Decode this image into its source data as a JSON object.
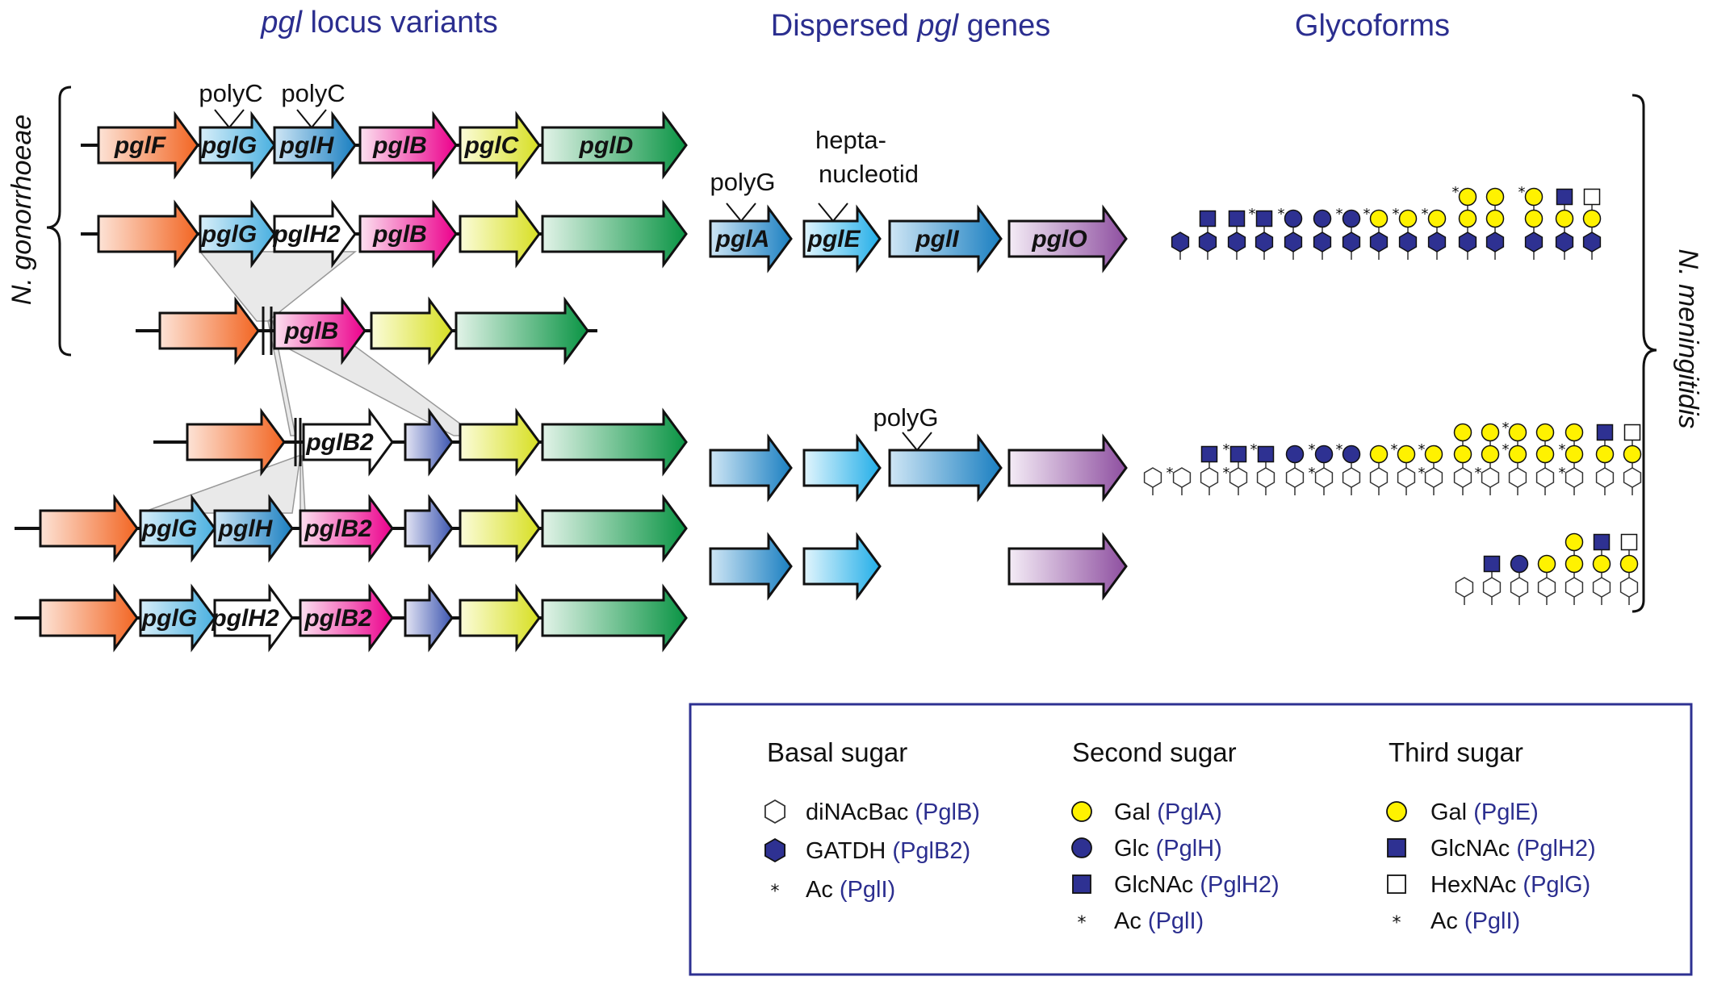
{
  "headers": {
    "locus_italic": "pgl",
    "locus_rest": " locus variants",
    "dispersed_pre": "Dispersed ",
    "dispersed_italic": "pgl",
    "dispersed_post": " genes",
    "glycoforms": "Glycoforms"
  },
  "species": {
    "gonorrhoeae": "N. gonorrhoeae",
    "meningitidis": "N. meningitidis"
  },
  "annotations": {
    "polyC": "polyC",
    "polyG": "polyG",
    "hepta_line1": "hepta-",
    "hepta_line2": "nucleotid"
  },
  "gene_labels": {
    "pglF": "pglF",
    "pglG": "pglG",
    "pglH": "pglH",
    "pglH2": "pglH2",
    "pglB": "pglB",
    "pglB2": "pglB2",
    "pglC": "pglC",
    "pglD": "pglD",
    "pglA": "pglA",
    "pglE": "pglE",
    "pglI": "pglI",
    "pglO": "pglO"
  },
  "colors": {
    "orange": "#f26522",
    "lightblue": "#4ab0e0",
    "blue": "#1a7fc1",
    "cyan": "#22aee8",
    "pink": "#ec008c",
    "yellow": "#d7df23",
    "green": "#0a9444",
    "purple": "#8e4fa0",
    "navy": "#2e3192",
    "gal": "#fff200",
    "header": "#2b2e8f"
  },
  "legend": {
    "basal": {
      "title": "Basal sugar",
      "items": [
        {
          "symbol": "hexagon-open",
          "name": "diNAcBac",
          "enzyme": "(PglB)"
        },
        {
          "symbol": "hexagon-filled",
          "name": "GATDH",
          "enzyme": "(PglB2)"
        },
        {
          "symbol": "asterisk",
          "name": "Ac",
          "enzyme": "(PglI)"
        }
      ]
    },
    "second": {
      "title": "Second sugar",
      "items": [
        {
          "symbol": "circle-yellow",
          "name": "Gal",
          "enzyme": "(PglA)"
        },
        {
          "symbol": "circle-navy",
          "name": "Glc",
          "enzyme": "(PglH)"
        },
        {
          "symbol": "square-filled",
          "name": "GlcNAc",
          "enzyme": "(PglH2)"
        },
        {
          "symbol": "asterisk",
          "name": "Ac",
          "enzyme": "(PglI)"
        }
      ]
    },
    "third": {
      "title": "Third sugar",
      "items": [
        {
          "symbol": "circle-yellow",
          "name": "Gal",
          "enzyme": "(PglE)"
        },
        {
          "symbol": "square-filled",
          "name": "GlcNAc",
          "enzyme": "(PglH2)"
        },
        {
          "symbol": "square-open",
          "name": "HexNAc",
          "enzyme": "(PglG)"
        },
        {
          "symbol": "asterisk",
          "name": "Ac",
          "enzyme": "(PglI)"
        }
      ]
    }
  }
}
